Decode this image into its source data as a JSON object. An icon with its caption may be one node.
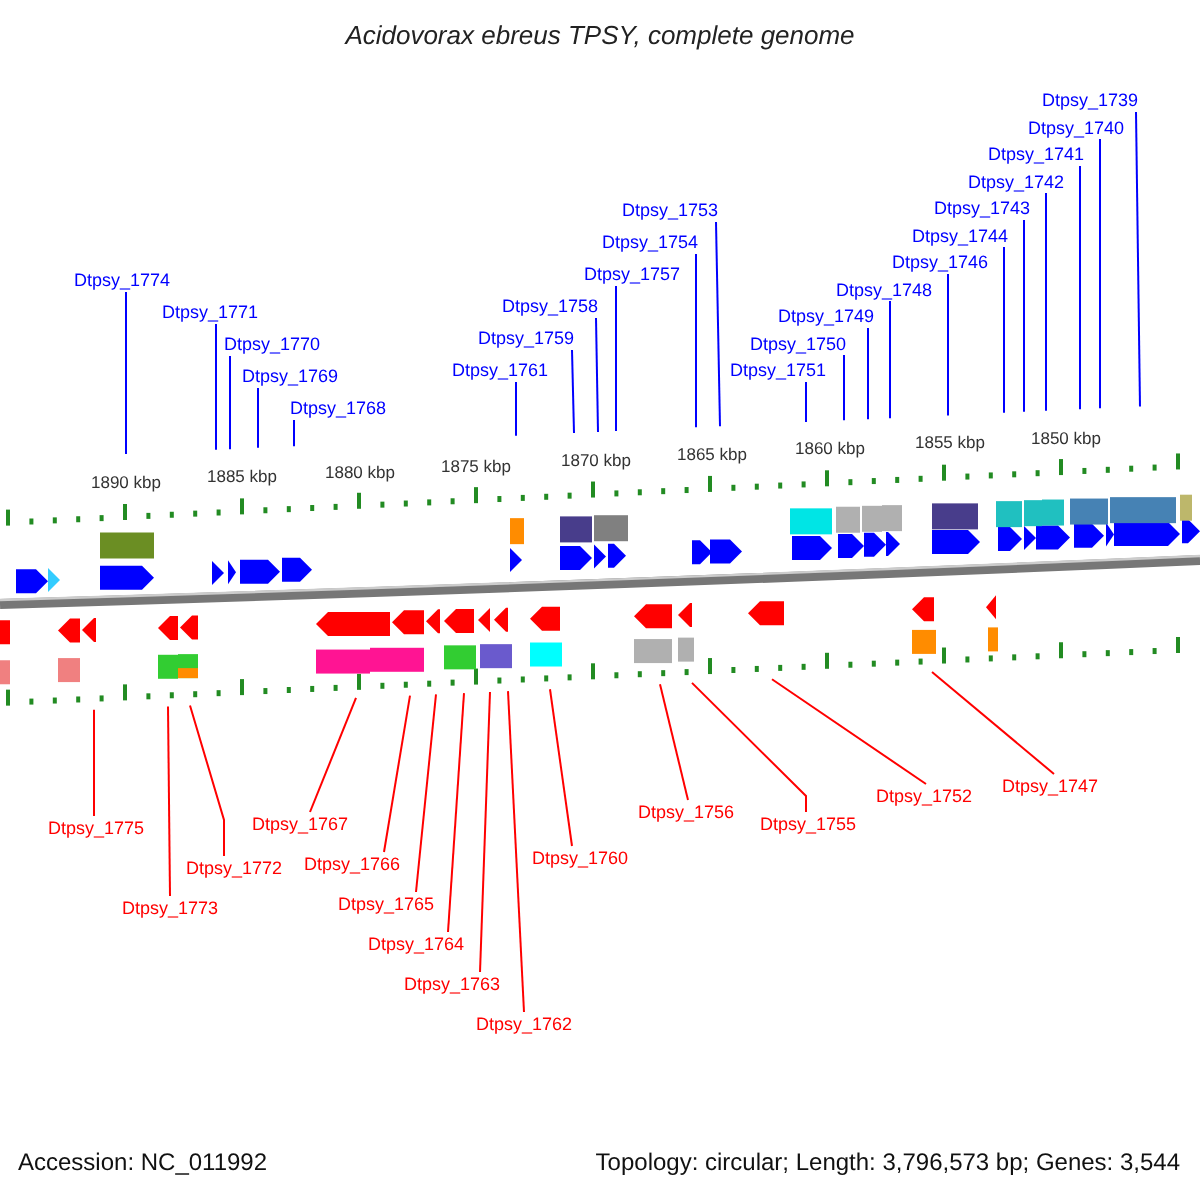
{
  "diagram": {
    "title": "Acidovorax ebreus TPSY, complete genome",
    "nodes": [
      {
        "text": [
          "Dtpsy_1774"
        ]
      },
      {
        "text": [
          "Dtpsy_1771"
        ]
      },
      {
        "text": [
          "Dtpsy_1770"
        ]
      },
      {
        "text": [
          "Dtpsy_1769"
        ]
      },
      {
        "text": [
          "Dtpsy_1768"
        ]
      },
      {
        "text": [
          "Dtpsy_1761"
        ]
      },
      {
        "text": [
          "Dtpsy_1759"
        ]
      },
      {
        "text": [
          "Dtpsy_1758"
        ]
      },
      {
        "text": [
          "Dtpsy_1757"
        ]
      },
      {
        "text": [
          "Dtpsy_1754"
        ]
      },
      {
        "text": [
          "Dtpsy_1753"
        ]
      },
      {
        "text": [
          "Dtpsy_1751"
        ]
      },
      {
        "text": [
          "Dtpsy_1750"
        ]
      },
      {
        "text": [
          "Dtpsy_1749"
        ]
      },
      {
        "text": [
          "Dtpsy_1748"
        ]
      },
      {
        "text": [
          "Dtpsy_1746"
        ]
      },
      {
        "text": [
          "Dtpsy_1744"
        ]
      },
      {
        "text": [
          "Dtpsy_1743"
        ]
      },
      {
        "text": [
          "Dtpsy_1742"
        ]
      },
      {
        "text": [
          "Dtpsy_1741"
        ]
      },
      {
        "text": [
          "Dtpsy_1740"
        ]
      },
      {
        "text": [
          "Dtpsy_1739"
        ]
      },
      {
        "text": [
          "Dtpsy_1775"
        ]
      },
      {
        "text": [
          "Dtpsy_1773"
        ]
      },
      {
        "text": [
          "Dtpsy_1772"
        ]
      },
      {
        "text": [
          "Dtpsy_1767"
        ]
      },
      {
        "text": [
          "Dtpsy_1766"
        ]
      },
      {
        "text": [
          "Dtpsy_1765"
        ]
      },
      {
        "text": [
          "Dtpsy_1764"
        ]
      },
      {
        "text": [
          "Dtpsy_1763"
        ]
      },
      {
        "text": [
          "Dtpsy_1762"
        ]
      },
      {
        "text": [
          "Dtpsy_1760"
        ]
      },
      {
        "text": [
          "Dtpsy_1756"
        ]
      },
      {
        "text": [
          "Dtpsy_1755"
        ]
      },
      {
        "text": [
          "Dtpsy_1752"
        ]
      },
      {
        "text": [
          "Dtpsy_1747"
        ]
      }
    ],
    "edges": [
      {
        "from": 0,
        "to": null,
        "arrow": "none"
      },
      {
        "from": 1,
        "to": null,
        "arrow": "none"
      },
      {
        "from": 2,
        "to": null,
        "arrow": "none"
      },
      {
        "from": 3,
        "to": null,
        "arrow": "none"
      },
      {
        "from": 4,
        "to": null,
        "arrow": "none"
      },
      {
        "from": 5,
        "to": null,
        "arrow": "none"
      },
      {
        "from": 6,
        "to": null,
        "arrow": "none"
      },
      {
        "from": 7,
        "to": null,
        "arrow": "none"
      },
      {
        "from": 8,
        "to": null,
        "arrow": "none"
      },
      {
        "from": 9,
        "to": null,
        "arrow": "none"
      },
      {
        "from": 10,
        "to": null,
        "arrow": "none"
      },
      {
        "from": 11,
        "to": null,
        "arrow": "none"
      },
      {
        "from": 12,
        "to": null,
        "arrow": "none"
      },
      {
        "from": 13,
        "to": null,
        "arrow": "none"
      },
      {
        "from": 14,
        "to": null,
        "arrow": "none"
      },
      {
        "from": 15,
        "to": null,
        "arrow": "none"
      },
      {
        "from": 16,
        "to": null,
        "arrow": "none"
      },
      {
        "from": 17,
        "to": null,
        "arrow": "none"
      },
      {
        "from": 18,
        "to": null,
        "arrow": "none"
      },
      {
        "from": 19,
        "to": null,
        "arrow": "none"
      },
      {
        "from": 20,
        "to": null,
        "arrow": "none"
      },
      {
        "from": 21,
        "to": null,
        "arrow": "none"
      },
      {
        "from": 22,
        "to": null,
        "arrow": "none",
        "color": "#ff0000"
      },
      {
        "from": 23,
        "to": null,
        "arrow": "none",
        "color": "#ff0000"
      },
      {
        "from": 24,
        "to": null,
        "arrow": "none",
        "color": "#ff0000"
      },
      {
        "from": 25,
        "to": null,
        "arrow": "none",
        "color": "#ff0000"
      },
      {
        "from": 26,
        "to": null,
        "arrow": "none",
        "color": "#ff0000"
      },
      {
        "from": 27,
        "to": null,
        "arrow": "none",
        "color": "#ff0000"
      },
      {
        "from": 28,
        "to": null,
        "arrow": "none",
        "color": "#ff0000"
      },
      {
        "from": 29,
        "to": null,
        "arrow": "none",
        "color": "#ff0000"
      },
      {
        "from": 30,
        "to": null,
        "arrow": "none",
        "color": "#ff0000"
      },
      {
        "from": 31,
        "to": null,
        "arrow": "none",
        "color": "#ff0000"
      },
      {
        "from": 32,
        "to": null,
        "arrow": "none",
        "color": "#ff0000"
      },
      {
        "from": 33,
        "to": null,
        "arrow": "none",
        "color": "#ff0000"
      },
      {
        "from": 34,
        "to": null,
        "arrow": "none",
        "color": "#ff0000"
      },
      {
        "from": 35,
        "to": null,
        "arrow": "none",
        "color": "#ff0000"
      }
    ],
    "labels": [
      "1890 kbp",
      "1885 kbp",
      "1880 kbp",
      "1875 kbp",
      "1870 kbp",
      "1865 kbp",
      "1860 kbp",
      "1855 kbp",
      "1850 kbp",
      "Accession: NC_011992",
      "Topology: circular; Length: 3,796,573 bp; Genes: 3,544"
    ]
  }
}
